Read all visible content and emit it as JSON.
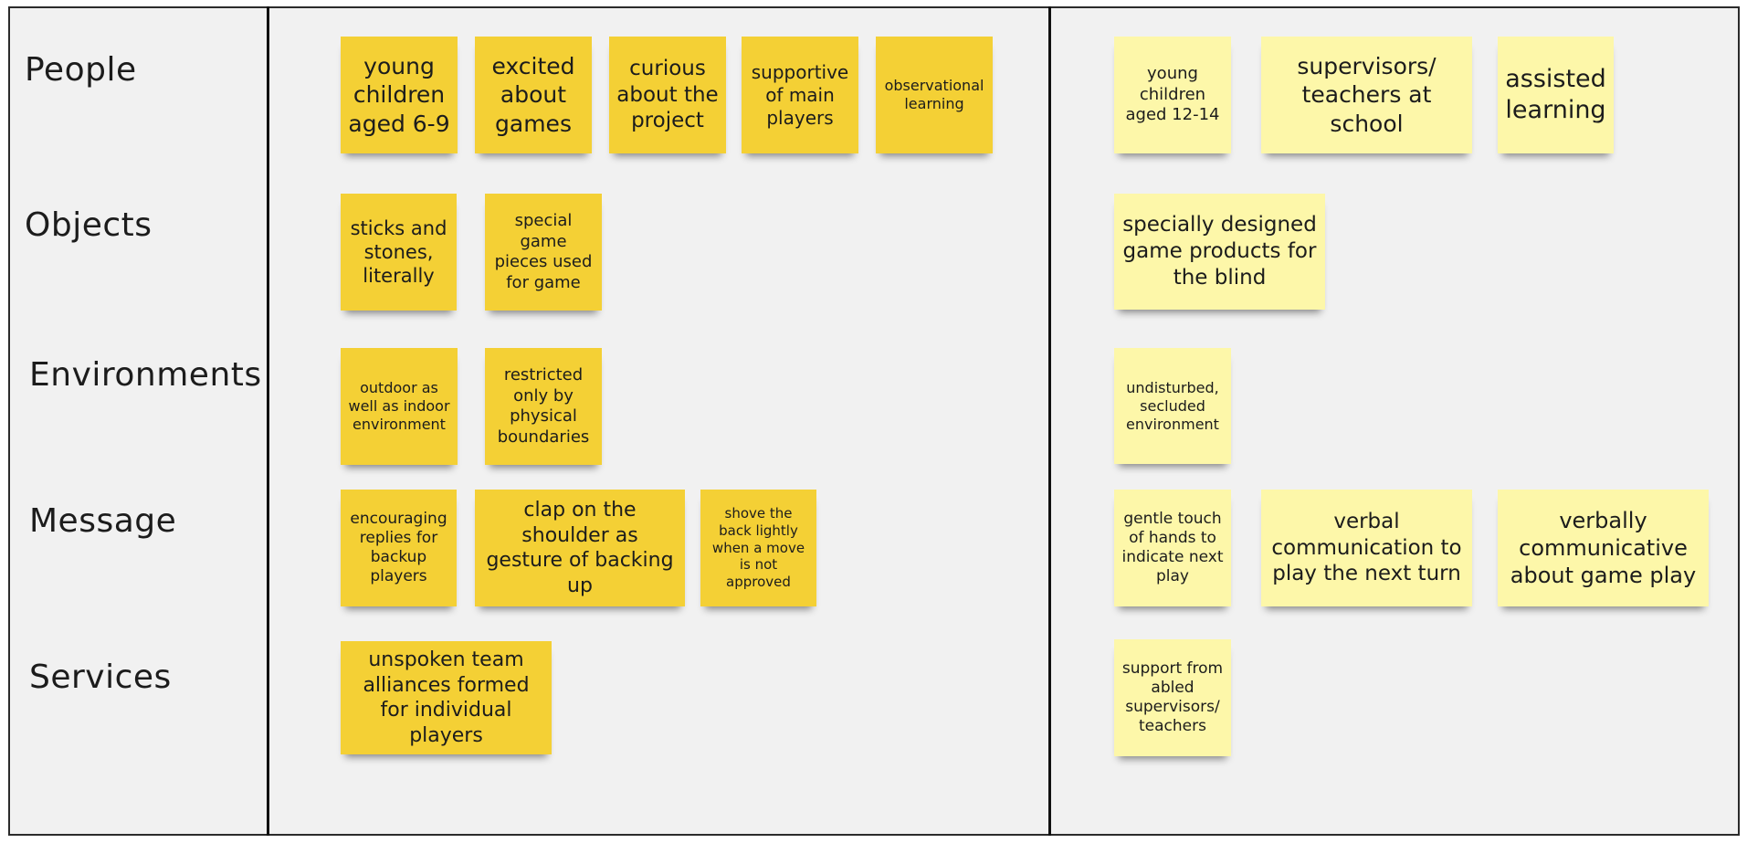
{
  "colors": {
    "sticky_dark": "#f4d035",
    "sticky_light": "#fdf7a9"
  },
  "rows": {
    "people": "People",
    "objects": "Objects",
    "environments": "Environments",
    "message": "Message",
    "services": "Services"
  },
  "left": {
    "people": [
      "young children aged 6-9",
      "excited about games",
      "curious about the project",
      "supportive of main players",
      "observational learning"
    ],
    "objects": [
      "sticks and stones, literally",
      "special game pieces used for game"
    ],
    "environments": [
      "outdoor as well as indoor environment",
      "restricted only by physical boundaries"
    ],
    "message": [
      "encouraging replies for backup players",
      "clap on the shoulder as gesture of backing up",
      "shove the back lightly when a move is not approved"
    ],
    "services": [
      "unspoken team alliances formed for individual players"
    ]
  },
  "right": {
    "people": [
      "young children aged 12-14",
      "supervisors/ teachers at school",
      "assisted learning"
    ],
    "objects": [
      "specially designed game products for the blind"
    ],
    "environments": [
      "undisturbed, secluded environment"
    ],
    "message": [
      "gentle touch of hands to indicate next play",
      "verbal communication to play the next turn",
      "verbally communicative about game play"
    ],
    "services": [
      "support from abled supervisors/ teachers"
    ]
  }
}
